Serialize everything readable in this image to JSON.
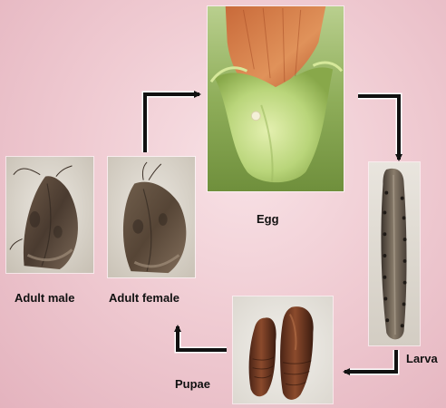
{
  "stages": {
    "adult_male": {
      "label": "Adult male"
    },
    "adult_female": {
      "label": "Adult female"
    },
    "egg": {
      "label": "Egg"
    },
    "larva": {
      "label": "Larva"
    },
    "pupae": {
      "label": "Pupae"
    }
  },
  "colors": {
    "arrow": "#111111",
    "background": "#f0ccd3"
  }
}
